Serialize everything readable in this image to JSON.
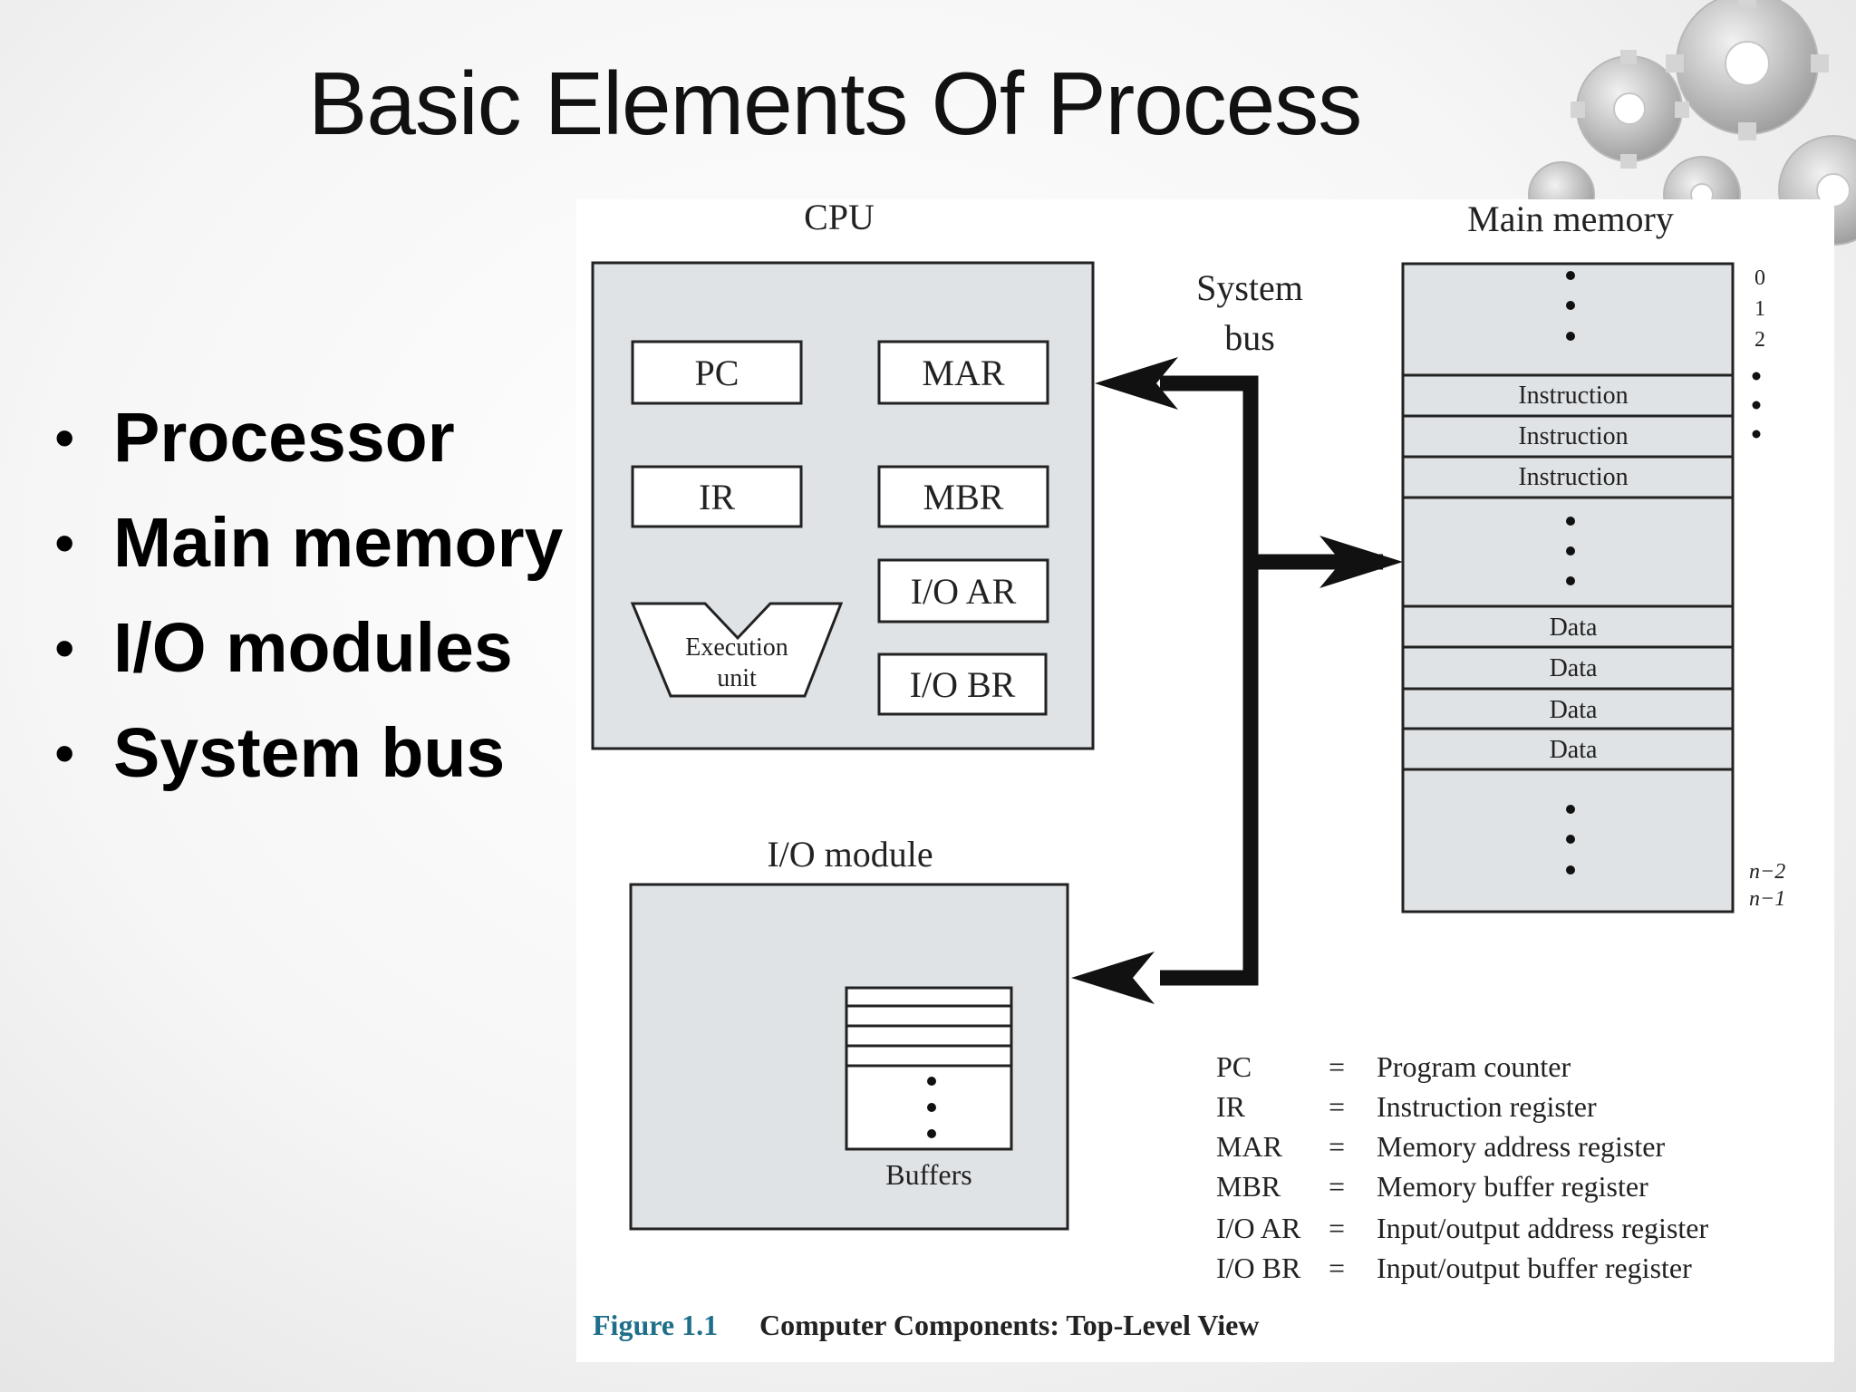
{
  "slide": {
    "title": "Basic Elements Of Process",
    "bullets": [
      "Processor",
      "Main memory",
      "I/O modules",
      "System bus"
    ]
  },
  "diagram": {
    "cpu": {
      "label": "CPU",
      "registers": [
        "PC",
        "MAR",
        "IR",
        "MBR",
        "I/O AR",
        "I/O BR"
      ],
      "execution_unit": [
        "Execution",
        "unit"
      ]
    },
    "system_bus": [
      "System",
      "bus"
    ],
    "main_memory": {
      "label": "Main memory",
      "top_addresses": [
        "0",
        "1",
        "2"
      ],
      "bottom_addresses": [
        "n−2",
        "n−1"
      ],
      "instructions": [
        "Instruction",
        "Instruction",
        "Instruction"
      ],
      "data": [
        "Data",
        "Data",
        "Data",
        "Data"
      ]
    },
    "io_module": {
      "label": "I/O module",
      "buffers_label": "Buffers"
    },
    "legend": [
      {
        "abbr": "PC",
        "eq": "=",
        "desc": "Program counter"
      },
      {
        "abbr": "IR",
        "eq": "=",
        "desc": "Instruction register"
      },
      {
        "abbr": "MAR",
        "eq": "=",
        "desc": "Memory address register"
      },
      {
        "abbr": "MBR",
        "eq": "=",
        "desc": "Memory buffer register"
      },
      {
        "abbr": "I/O AR",
        "eq": "=",
        "desc": "Input/output address register"
      },
      {
        "abbr": "I/O BR",
        "eq": "=",
        "desc": "Input/output buffer register"
      }
    ],
    "caption": {
      "number": "Figure 1.1",
      "text": "Computer Components: Top-Level View",
      "number_color": "#1f6f8b"
    },
    "colors": {
      "box_fill": "#dfe3e6",
      "line": "#222222"
    }
  },
  "decoration": {
    "gears_icon": "gears-icon"
  }
}
